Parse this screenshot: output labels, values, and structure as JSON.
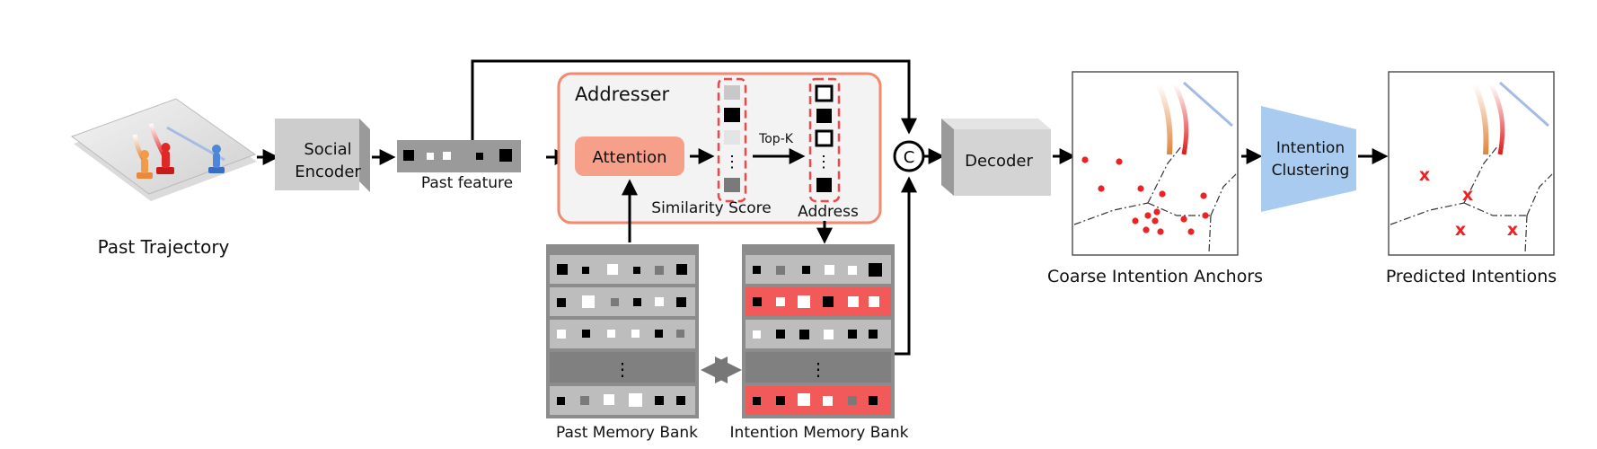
{
  "labels": {
    "past_trajectory": "Past Trajectory",
    "social_encoder_line1": "Social",
    "social_encoder_line2": "Encoder",
    "past_feature": "Past feature",
    "addresser": "Addresser",
    "attention": "Attention",
    "similarity_score": "Similarity Score",
    "top_k": "Top-K",
    "address": "Address",
    "concat_symbol": "C",
    "decoder": "Decoder",
    "coarse_intention_anchors": "Coarse Intention Anchors",
    "intention_clustering_line1": "Intention",
    "intention_clustering_line2": "Clustering",
    "predicted_intentions": "Predicted Intentions",
    "past_memory_bank": "Past Memory Bank",
    "intention_memory_bank": "Intention Memory Bank",
    "ellipsis": "⋮",
    "intention_marker": "x"
  },
  "colors": {
    "accent_red": "#f04848",
    "memory_highlight": "#f25a5a",
    "addresser_border": "#f28a70",
    "attention_fill": "#f6a08a",
    "clustering_fill": "#a9cbef",
    "decoder_fill": "#d6d6d6",
    "module_gray": "#cfcfcf"
  },
  "icons": [
    "agent-icon-orange",
    "agent-icon-red",
    "agent-icon-blue",
    "concat-circle-icon",
    "swap-arrow-icon"
  ]
}
